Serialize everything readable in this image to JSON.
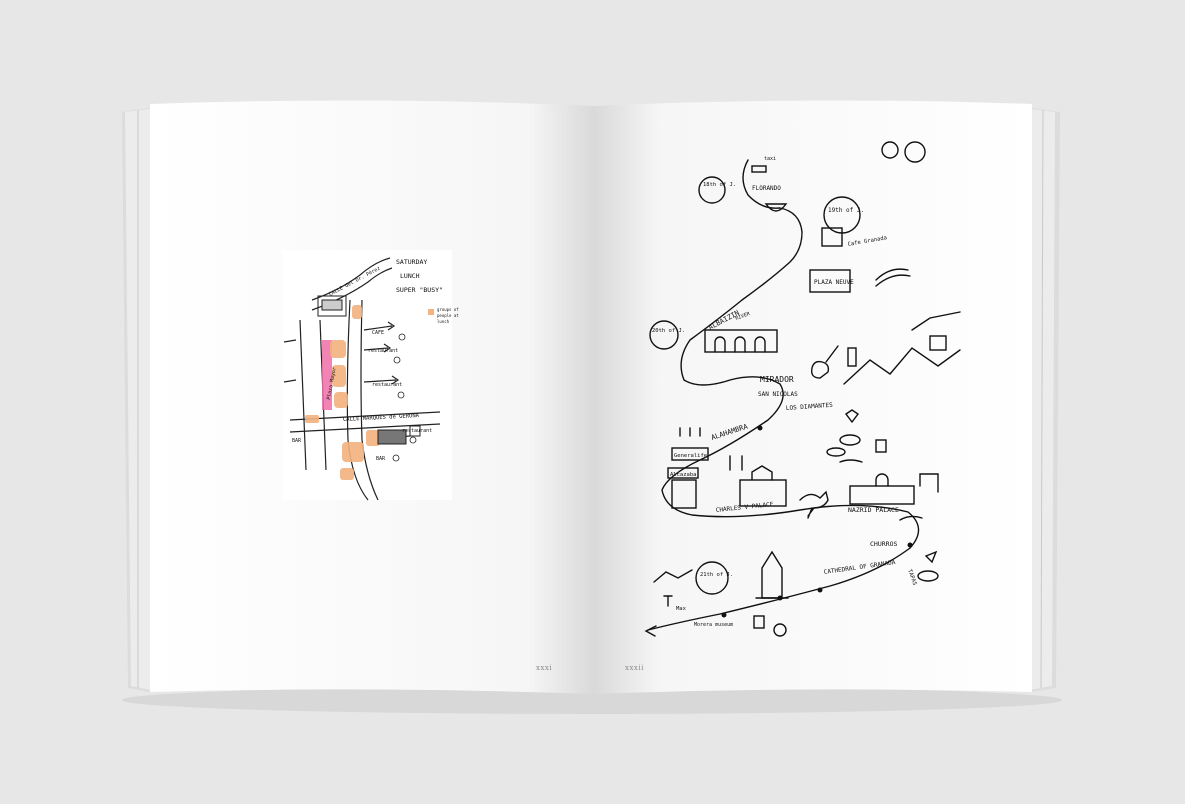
{
  "book": {
    "left_page_number": "xxxi",
    "right_page_number": "xxxii"
  },
  "left_map": {
    "title_line1": "SATURDAY",
    "title_line2": "LUNCH",
    "title_line3": "SUPER \"BUSY\"",
    "legend_text_line1": "groups of",
    "legend_text_line2": "people at",
    "legend_text_line3": "lunch",
    "street_top": "CALLE del Dr. Pérez",
    "street_side": "Plaza Mayor",
    "street_main": "CALLE MARQUÉS de GERONA",
    "labels": {
      "cafe": "CAFE",
      "restaurant1": "restaurant",
      "restaurant2": "restaurant",
      "restaurant3": "restaurant",
      "bar1": "BAR",
      "bar2": "BAR"
    },
    "colors": {
      "pink": "#ee6fa8",
      "orange": "#f3b27e",
      "ink": "#222222"
    }
  },
  "right_map": {
    "labels": {
      "taxi": "taxi",
      "day18": "18th of J.",
      "florando": "FLORANDO",
      "day19": "19th of J.",
      "cafe_granada": "Cafe Granada",
      "plaza_nueva": "PLAZA NEUVE",
      "albaizin": "ALBAIZIN",
      "day20": "20th of J.",
      "river": "RIVER",
      "mirador": "MIRADOR",
      "san_nicolas": "SAN NICOLAS",
      "alhambra": "ALAHAMBRA",
      "los_diamantes": "LOS DIAMANTES",
      "generalife": "Generalife",
      "alcazaba": "Alcazaba",
      "charles_palace": "CHARLES V PALACE",
      "nazrid_palace": "NAZRID PALACE",
      "churros": "CHURROS",
      "tapas": "TAPAS",
      "day21": "21th of J.",
      "cathedral": "CATHEDRAL OF GRANADA",
      "max": "Max",
      "morera_museum": "Morera museum"
    },
    "icons": [
      "fig-icon",
      "taxi-icon",
      "bowl-icon",
      "building-icon",
      "diamond-icon",
      "guitar-icon",
      "bottle-icon",
      "mountain-icon",
      "cat-icon",
      "cathedral-icon",
      "fork-icon"
    ]
  }
}
